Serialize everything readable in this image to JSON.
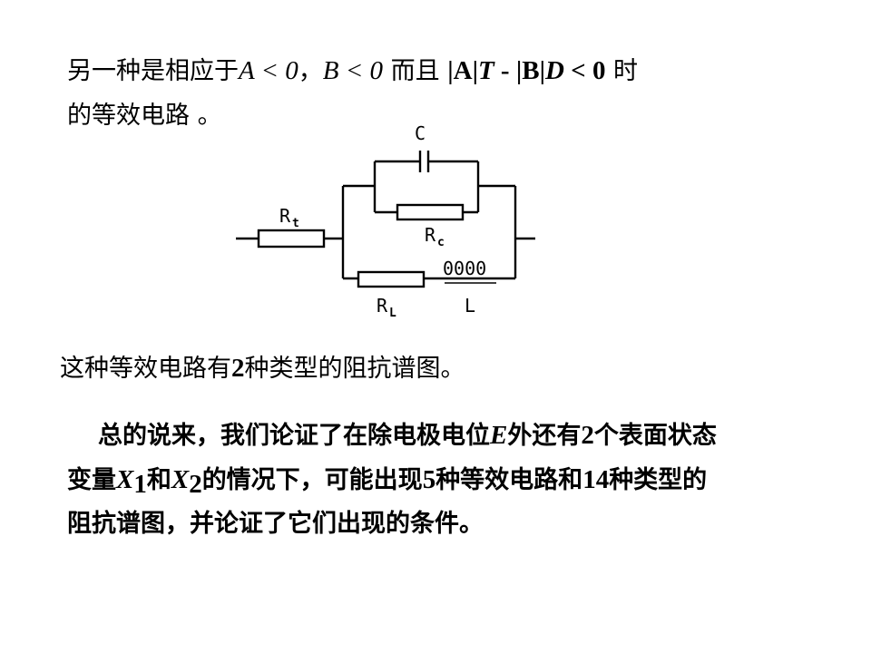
{
  "heading": {
    "line1": {
      "part1": "另一种是相应于",
      "a_cond": "A < 0",
      "comma": "，",
      "b_cond": "B < 0",
      "part2": " 而且 ",
      "expr_a": "|A|",
      "expr_t": "T",
      "expr_dash": " - ",
      "expr_b": "|B|",
      "expr_d": "D",
      "expr_end": " < 0",
      "part3": " 时"
    },
    "line2": "的等效电路 。"
  },
  "circuit": {
    "label_c": "C",
    "label_rt": "R",
    "label_rt_sub": "t",
    "label_rc": "R",
    "label_rc_sub": "c",
    "label_rl": "R",
    "label_rl_sub": "L",
    "label_l": "L",
    "inductor_glyph": "0000"
  },
  "types_sentence": {
    "part1": "这种等效电路有",
    "count": "2",
    "part2": "种类型的阻抗谱图。"
  },
  "summary": {
    "l1_a": "总的说来，我们论证了在除电极电位",
    "l1_e": "E",
    "l1_b": "外还有",
    "l1_count": "2",
    "l1_c": "个表面状态",
    "l2_a": "变量",
    "l2_x1": "X",
    "l2_x1_sub": "1",
    "l2_and": "和",
    "l2_x2": "X",
    "l2_x2_sub": "2",
    "l2_b": "的情况下，可能出现",
    "l2_n1": "5",
    "l2_c": "种等效电路和",
    "l2_n2": "14",
    "l2_d": "种类型的",
    "l3": "阻抗谱图，并论证了它们出现的条件。"
  }
}
